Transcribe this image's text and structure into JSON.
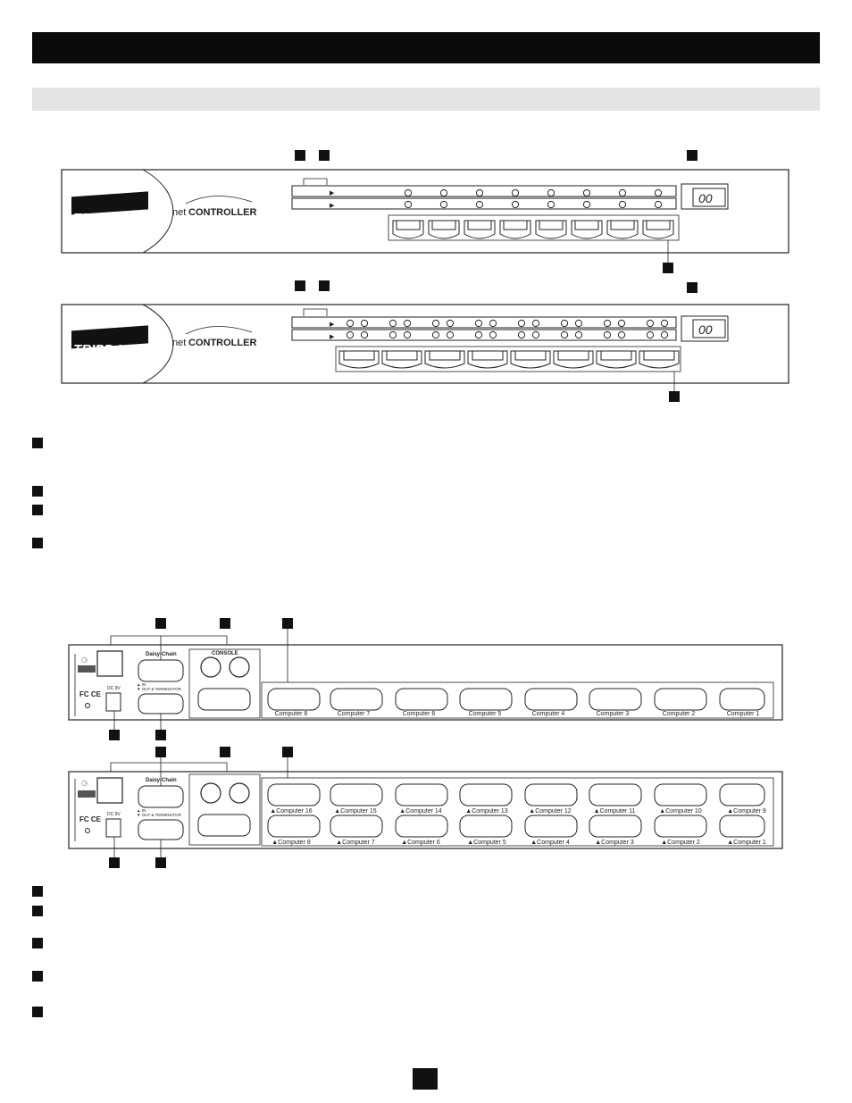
{
  "front_panel": {
    "brand_logo_text": "TRIPP·LITE",
    "model_prefix": "net",
    "model_name": "CONTROLLER",
    "display_readout": "00"
  },
  "rear_panel": {
    "daisy_chain_label": "Daisy-Chain",
    "in_label": "▲ IN",
    "out_label": "▼ OUT & TERMINATOR",
    "console_label": "CONSOLE",
    "dc_label": "DC 9V",
    "fcc_label": "FC CE",
    "ports_8": [
      "Computer  8",
      "Computer  7",
      "Computer  6",
      "Computer  5",
      "Computer  4",
      "Computer  3",
      "Computer  2",
      "Computer  1"
    ],
    "ports_16_top": [
      "▲Computer 16",
      "▲Computer 15",
      "▲Computer 14",
      "▲Computer 13",
      "▲Computer 12",
      "▲Computer 11",
      "▲Computer 10",
      "▲Computer 9"
    ],
    "ports_16_bottom": [
      "▲Computer  8",
      "▲Computer  7",
      "▲Computer  6",
      "▲Computer  5",
      "▲Computer  4",
      "▲Computer  3",
      "▲Computer  2",
      "▲Computer  1"
    ]
  }
}
